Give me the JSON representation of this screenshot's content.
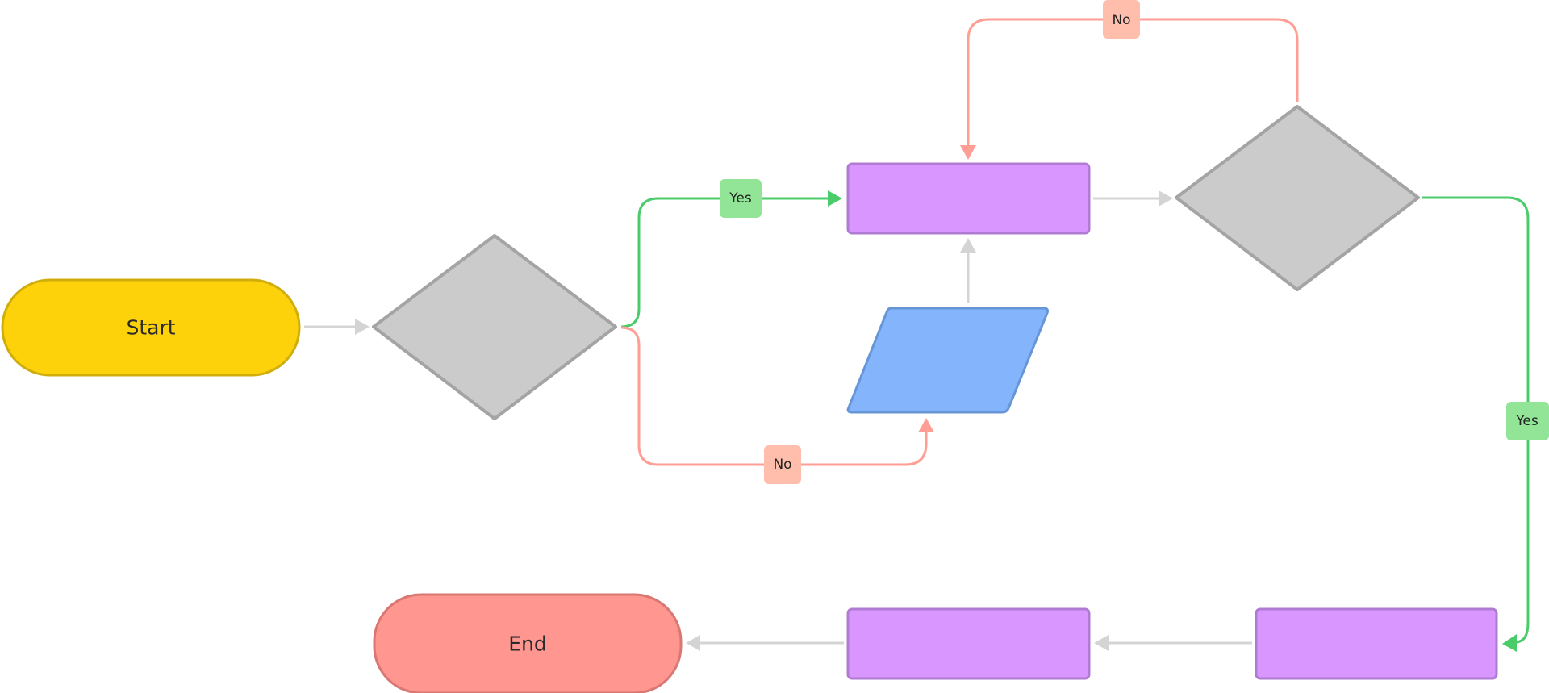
{
  "diagram": {
    "type": "flowchart",
    "colors": {
      "start_fill": "#fdd20a",
      "start_stroke": "#d0ad0b",
      "end_fill": "#ff9690",
      "end_stroke": "#d97772",
      "process_fill": "#d996fe",
      "process_stroke": "#b07bd2",
      "decision_fill": "#cccbcc",
      "decision_stroke": "#a5a4a5",
      "io_fill": "#83b4fc",
      "io_stroke": "#6796d6",
      "yes_line": "#4acc6b",
      "yes_label_bg": "#92e596",
      "no_line": "#ff9e95",
      "no_label_bg": "#ffbdac",
      "neutral_line": "#d4d4d4"
    },
    "nodes": [
      {
        "id": "start",
        "shape": "terminator",
        "label": "Start"
      },
      {
        "id": "decision-1",
        "shape": "decision",
        "label": ""
      },
      {
        "id": "process-1",
        "shape": "process",
        "label": ""
      },
      {
        "id": "input-1",
        "shape": "io",
        "label": ""
      },
      {
        "id": "decision-2",
        "shape": "decision",
        "label": ""
      },
      {
        "id": "process-2",
        "shape": "process",
        "label": ""
      },
      {
        "id": "process-3",
        "shape": "process",
        "label": ""
      },
      {
        "id": "end",
        "shape": "terminator",
        "label": "End"
      }
    ],
    "edges": [
      {
        "from": "start",
        "to": "decision-1",
        "kind": "neutral",
        "label": ""
      },
      {
        "from": "decision-1",
        "to": "process-1",
        "kind": "yes",
        "label": "Yes"
      },
      {
        "from": "decision-1",
        "to": "input-1",
        "kind": "no",
        "label": "No"
      },
      {
        "from": "input-1",
        "to": "process-1",
        "kind": "neutral",
        "label": ""
      },
      {
        "from": "process-1",
        "to": "decision-2",
        "kind": "neutral",
        "label": ""
      },
      {
        "from": "decision-2",
        "to": "process-1",
        "kind": "no",
        "label": "No"
      },
      {
        "from": "decision-2",
        "to": "process-3",
        "kind": "yes",
        "label": "Yes"
      },
      {
        "from": "process-3",
        "to": "process-2",
        "kind": "neutral",
        "label": ""
      },
      {
        "from": "process-2",
        "to": "end",
        "kind": "neutral",
        "label": ""
      }
    ]
  }
}
